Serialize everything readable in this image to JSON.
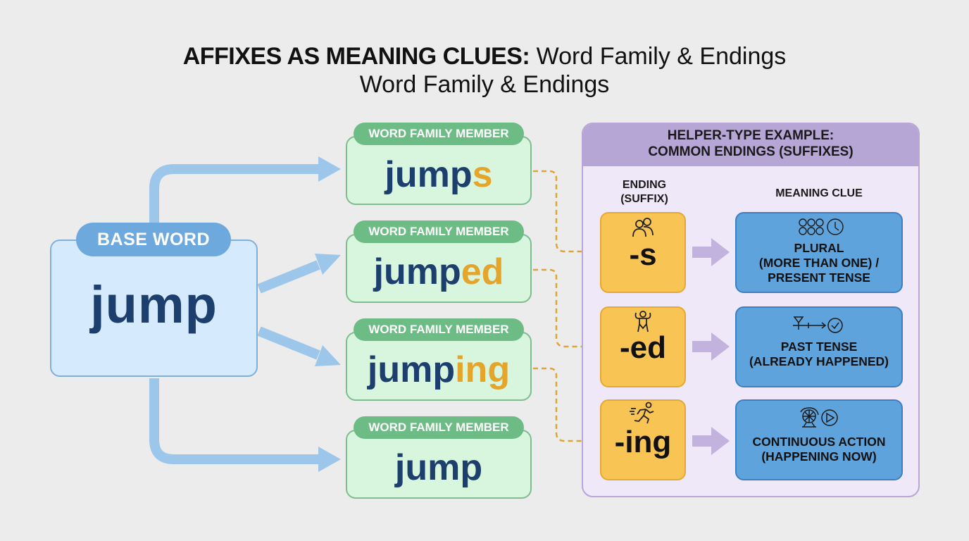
{
  "title": {
    "bold": "AFFIXES AS MEANING CLUES:",
    "light": " Word Family & Endings",
    "subtitle": "Word Family & Endings"
  },
  "base": {
    "tag": "BASE WORD",
    "word": "jump"
  },
  "family": [
    {
      "tag": "WORD FAMILY MEMBER",
      "stem": "jump",
      "suffix": "s"
    },
    {
      "tag": "WORD FAMILY MEMBER",
      "stem": "jump",
      "suffix": "ed"
    },
    {
      "tag": "WORD FAMILY MEMBER",
      "stem": "jump",
      "suffix": "ing"
    },
    {
      "tag": "WORD FAMILY MEMBER",
      "stem": "jump",
      "suffix": ""
    }
  ],
  "panel": {
    "title_line1": "HELPER-TYPE EXAMPLE:",
    "title_line2": "COMMON ENDINGS (SUFFIXES)",
    "col_ending_line1": "ENDING",
    "col_ending_line2": "(SUFFIX)",
    "col_meaning": "MEANING CLUE",
    "rows": [
      {
        "ending": "-s",
        "ending_icon": "people-icon",
        "meaning_icon": "group-clock-icon",
        "meaning_lines": [
          "PLURAL",
          "(MORE THAN ONE) /",
          "PRESENT TENSE"
        ]
      },
      {
        "ending": "-ed",
        "ending_icon": "person-arms-up-icon",
        "meaning_icon": "timeline-check-icon",
        "meaning_lines": [
          "PAST TENSE",
          "(ALREADY HAPPENED)"
        ]
      },
      {
        "ending": "-ing",
        "ending_icon": "runner-icon",
        "meaning_icon": "wheel-play-icon",
        "meaning_lines": [
          "CONTINUOUS ACTION",
          "(HAPPENING NOW)"
        ]
      }
    ]
  },
  "colors": {
    "background": "#ececec",
    "base_blue": "#6ea9dd",
    "family_green": "#6ebc85",
    "suffix_orange": "#e5a42a",
    "panel_purple": "#b6a6d6",
    "meaning_blue": "#5fa3dc",
    "word_navy": "#1d3f6e"
  }
}
